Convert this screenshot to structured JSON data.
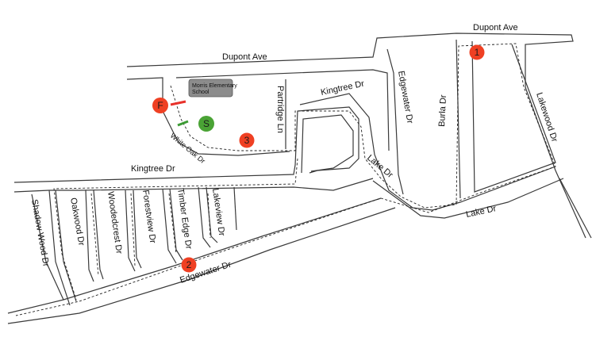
{
  "streets": {
    "dupont_top": "Dupont Ave",
    "dupont_left": "Dupont Ave",
    "kingtree_left": "Kingtree Dr",
    "kingtree_mid": "Kingtree Dr",
    "edgewater_vertical": "Edgewater Dr",
    "edgewater_bottom": "Edgewater Dr",
    "partridge": "Partridge Ln",
    "burla": "Burla Dr",
    "lakewood": "Lakewood Dr",
    "lake_mid": "Lake Dr",
    "lake_bottom": "Lake Dr",
    "white_oak": "White Oak Dr",
    "shadow_wood": "Shadow Wood Dr",
    "oakwood": "Oakwood Dr",
    "woodedcrest": "Woodedcrest Dr",
    "forestview": "Forestview Dr",
    "timber_edge": "Timber Edge Dr",
    "lakeview": "Lakeview Dr"
  },
  "school": {
    "line1": "Morris Elementary",
    "line2": "School",
    "color": "#8c8c8c"
  },
  "markers": {
    "finish": {
      "label": "F",
      "color": "#ef4023"
    },
    "start": {
      "label": "S",
      "color": "#4aa335"
    },
    "stop1": {
      "label": "1",
      "color": "#ef4023"
    },
    "stop2": {
      "label": "2",
      "color": "#ef4023"
    },
    "stop3": {
      "label": "3",
      "color": "#ef4023"
    }
  },
  "colors": {
    "finish_bar": "#e8322b",
    "start_bar": "#3c9b34"
  }
}
